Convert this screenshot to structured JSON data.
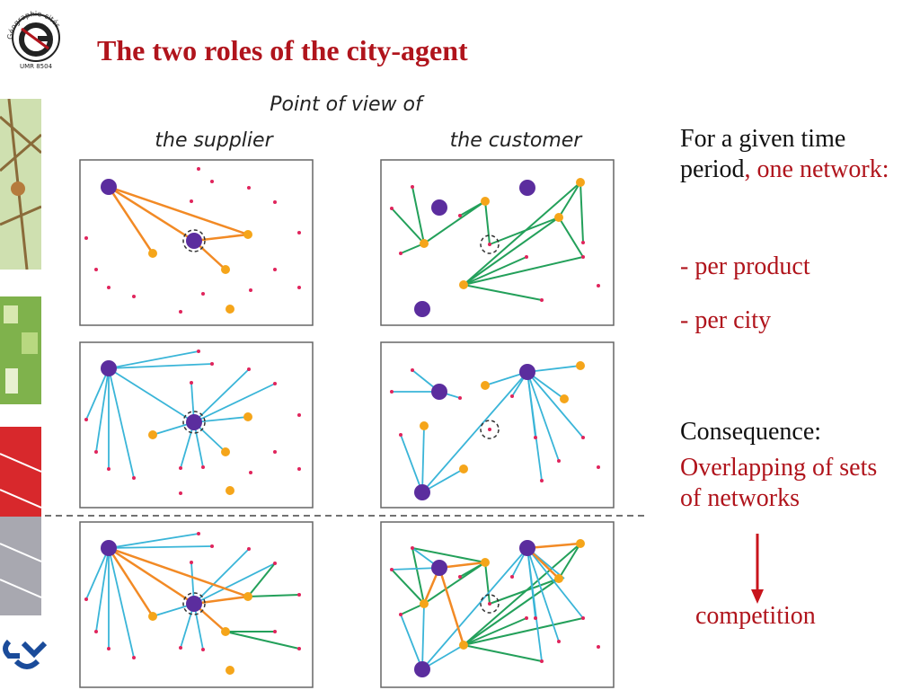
{
  "header": {
    "title": "The two roles of the city-agent",
    "logo_text_top": "Géographie-cités",
    "logo_text_bottom": "UMR 8504"
  },
  "diagram": {
    "heading": "Point of view of",
    "col_supplier": "the supplier",
    "col_customer": "the customer",
    "colors": {
      "large_city": "#5b2d9e",
      "medium_city": "#f5a51a",
      "small_city": "#e0245c",
      "supplier_link": "#f28a25",
      "customer_link": "#23a05a",
      "blue_link": "#3ab5d8",
      "frame": "#666666"
    }
  },
  "sidebar": {
    "p1_a": "For a given time period",
    "p1_b": ", one network:",
    "item1": "- per product",
    "item2": "- per city",
    "p2_a": "Consequence:",
    "p2_b": "Overlapping of sets of networks",
    "result": "competition"
  },
  "footer": {
    "cnrs_logo": "CNRS"
  }
}
